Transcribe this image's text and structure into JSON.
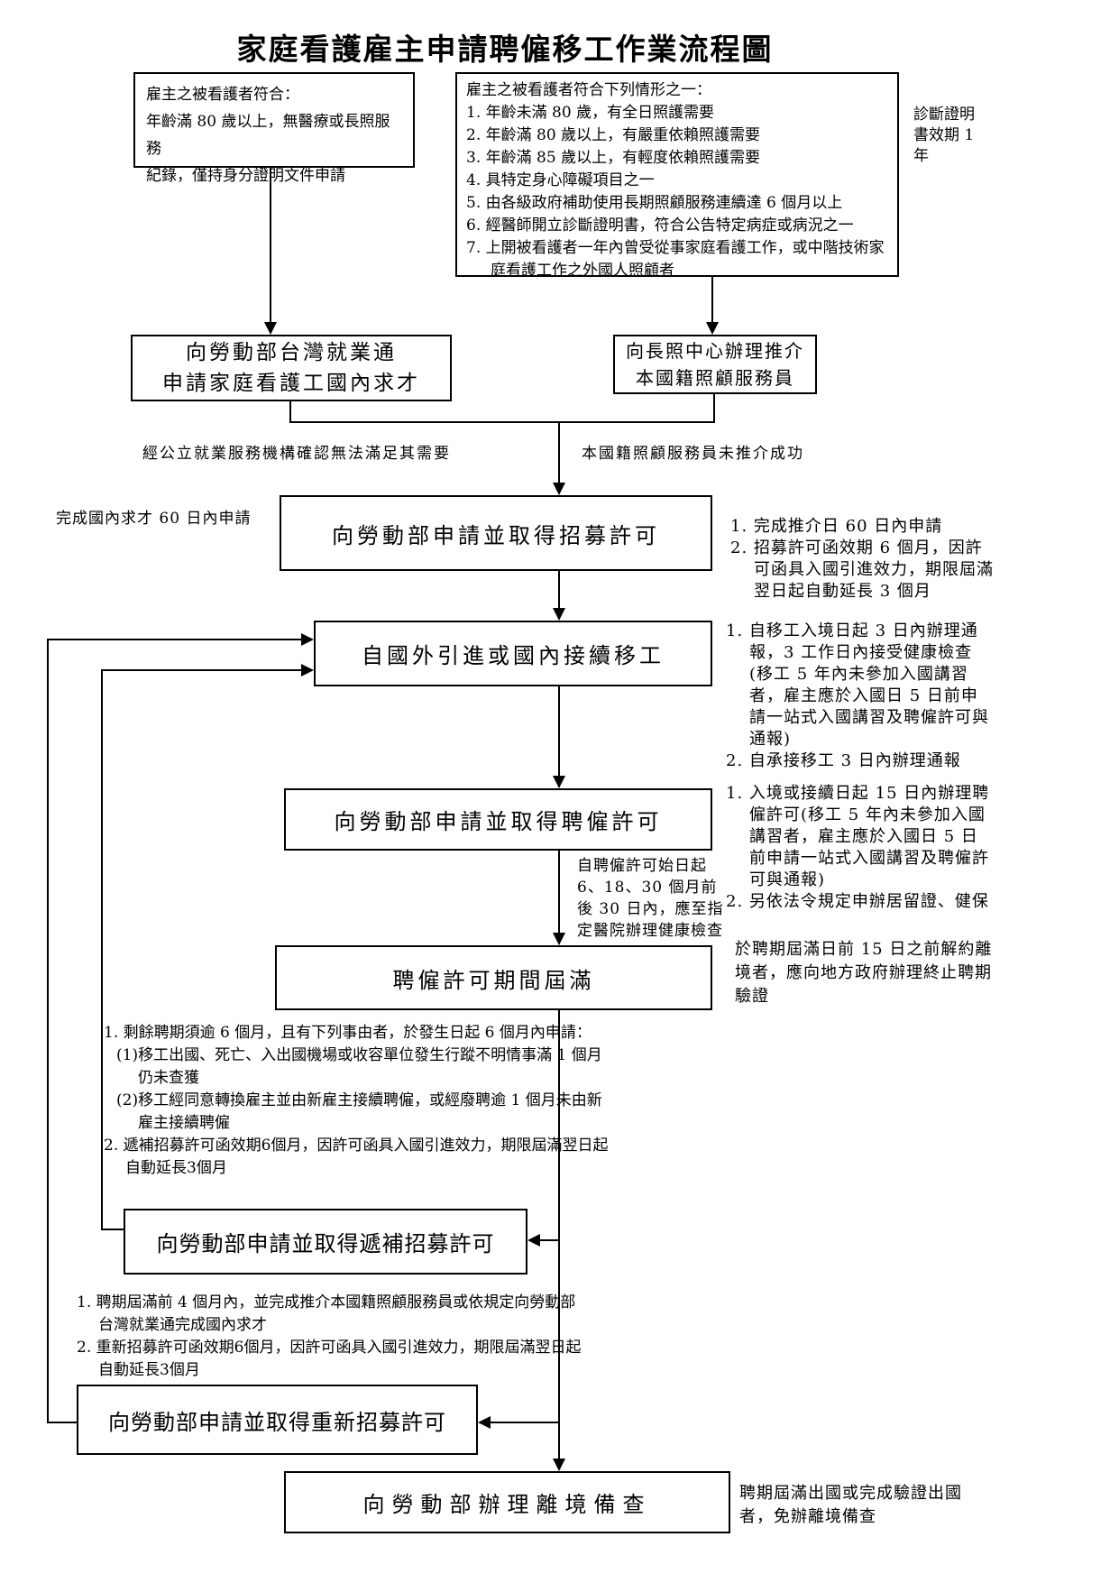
{
  "title": "家庭看護雇主申請聘僱移工作業流程圖",
  "top_left_box": {
    "lines": [
      "雇主之被看護者符合：",
      "年齡滿 80 歲以上，無醫療或長照服務",
      "紀錄，僅持身分證明文件申請"
    ]
  },
  "top_right_box": {
    "heading": "雇主之被看護者符合下列情形之一：",
    "items": [
      "1. 年齡未滿 80 歲，有全日照護需要",
      "2. 年齡滿 80 歲以上，有嚴重依賴照護需要",
      "3. 年齡滿 85 歲以上，有輕度依賴照護需要",
      "4. 具特定身心障礙項目之一",
      "5. 由各級政府補助使用長期照顧服務連續達 6 個月以上",
      "6. 經醫師開立診斷證明書，符合公告特定病症或病況之一",
      "7. 上開被看護者一年內曾受從事家庭看護工作，或中階技術家庭看護工作之外國人照顧者"
    ]
  },
  "side_note": "診斷證明書效期 1 年",
  "flow_boxes": {
    "domestic_recruit": {
      "line1": "向勞動部台灣就業通",
      "line2": "申請家庭看護工國內求才"
    },
    "ltc_referral": {
      "line1": "向長照中心辦理推介",
      "line2": "本國籍照顧服務員"
    },
    "recruit_permit": "向勞動部申請並取得招募許可",
    "worker_entry": "自國外引進或國內接續移工",
    "employment_permit": "向勞動部申請並取得聘僱許可",
    "permit_expiry": "聘僱許可期間屆滿",
    "replacement_recruit": "向勞動部申請並取得遞補招募許可",
    "rerecruit": "向勞動部申請並取得重新招募許可",
    "departure_report": "向勞動部辦理離境備查"
  },
  "edge_labels": {
    "public_employment": "經公立就業服務機構確認無法滿足其需要",
    "no_referral": "本國籍照顧服務員未推介成功",
    "within_60_days": "完成國內求才 60 日內申請",
    "health_check": "自聘僱許可始日起 6、18、30 個月前後 30 日內，應至指定醫院辦理健康檢查"
  },
  "notes": {
    "recruit_permit": [
      "1. 完成推介日 60 日內申請",
      "2. 招募許可函效期 6 個月，因許可函具入國引進效力，期限屆滿翌日起自動延長 3 個月"
    ],
    "worker_entry": [
      "1. 自移工入境日起 3 日內辦理通報，3 工作日內接受健康檢查(移工 5 年內未參加入國講習者，雇主應於入國日 5 日前申請一站式入國講習及聘僱許可與通報)",
      "2. 自承接移工 3 日內辦理通報"
    ],
    "employment_permit": [
      "1. 入境或接續日起 15 日內辦理聘僱許可(移工 5 年內未參加入國講習者，雇主應於入國日 5 日前申請一站式入國講習及聘僱許可與通報)",
      "2. 另依法令規定申辦居留證、健保"
    ],
    "permit_expiry": "於聘期屆滿日前 15 日之前解約離境者，應向地方政府辦理終止聘期驗證",
    "replacement": [
      "1. 剩餘聘期須逾 6 個月，且有下列事由者，於發生日起 6 個月內申請：",
      "(1)移工出國、死亡、入出國機場或收容單位發生行蹤不明情事滿 1 個月仍未查獲",
      "(2)移工經同意轉換雇主並由新雇主接續聘僱，或經廢聘逾 1 個月未由新雇主接續聘僱",
      "2. 遞補招募許可函效期6個月，因許可函具入國引進效力，期限屆滿翌日起自動延長3個月"
    ],
    "rerecruit": [
      "1. 聘期屆滿前 4 個月內，並完成推介本國籍照顧服務員或依規定向勞動部台灣就業通完成國內求才",
      "2. 重新招募許可函效期6個月，因許可函具入國引進效力，期限屆滿翌日起自動延長3個月"
    ],
    "departure": "聘期屆滿出國或完成驗證出國者，免辦離境備查"
  }
}
